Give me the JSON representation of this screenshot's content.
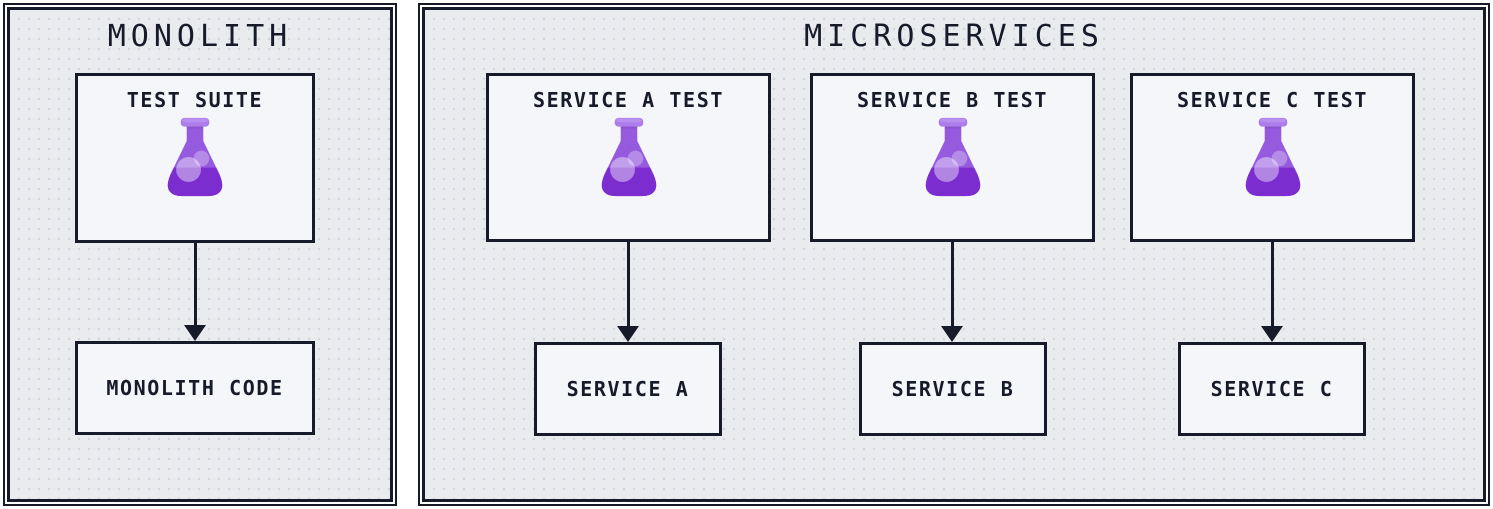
{
  "diagram": {
    "panels": [
      {
        "title": "MONOLITH",
        "columns": [
          {
            "test_box": "TEST SUITE",
            "code_box": "MONOLITH CODE"
          }
        ]
      },
      {
        "title": "MICROSERVICES",
        "columns": [
          {
            "test_box": "SERVICE A TEST",
            "code_box": "SERVICE A"
          },
          {
            "test_box": "SERVICE B TEST",
            "code_box": "SERVICE B"
          },
          {
            "test_box": "SERVICE C TEST",
            "code_box": "SERVICE C"
          }
        ]
      }
    ]
  },
  "icons": {
    "flask": "purple-lab-flask-icon"
  },
  "colors": {
    "line_and_text": "#171b29",
    "panel_background": "#e9ebef",
    "panel_dots": "#d5d7de",
    "box_background": "#f5f6f9",
    "flask_body": "#965ade",
    "flask_liquid": "#7c2dcf",
    "flask_rim": "#ab7cea",
    "page_background": "#ffffff"
  }
}
